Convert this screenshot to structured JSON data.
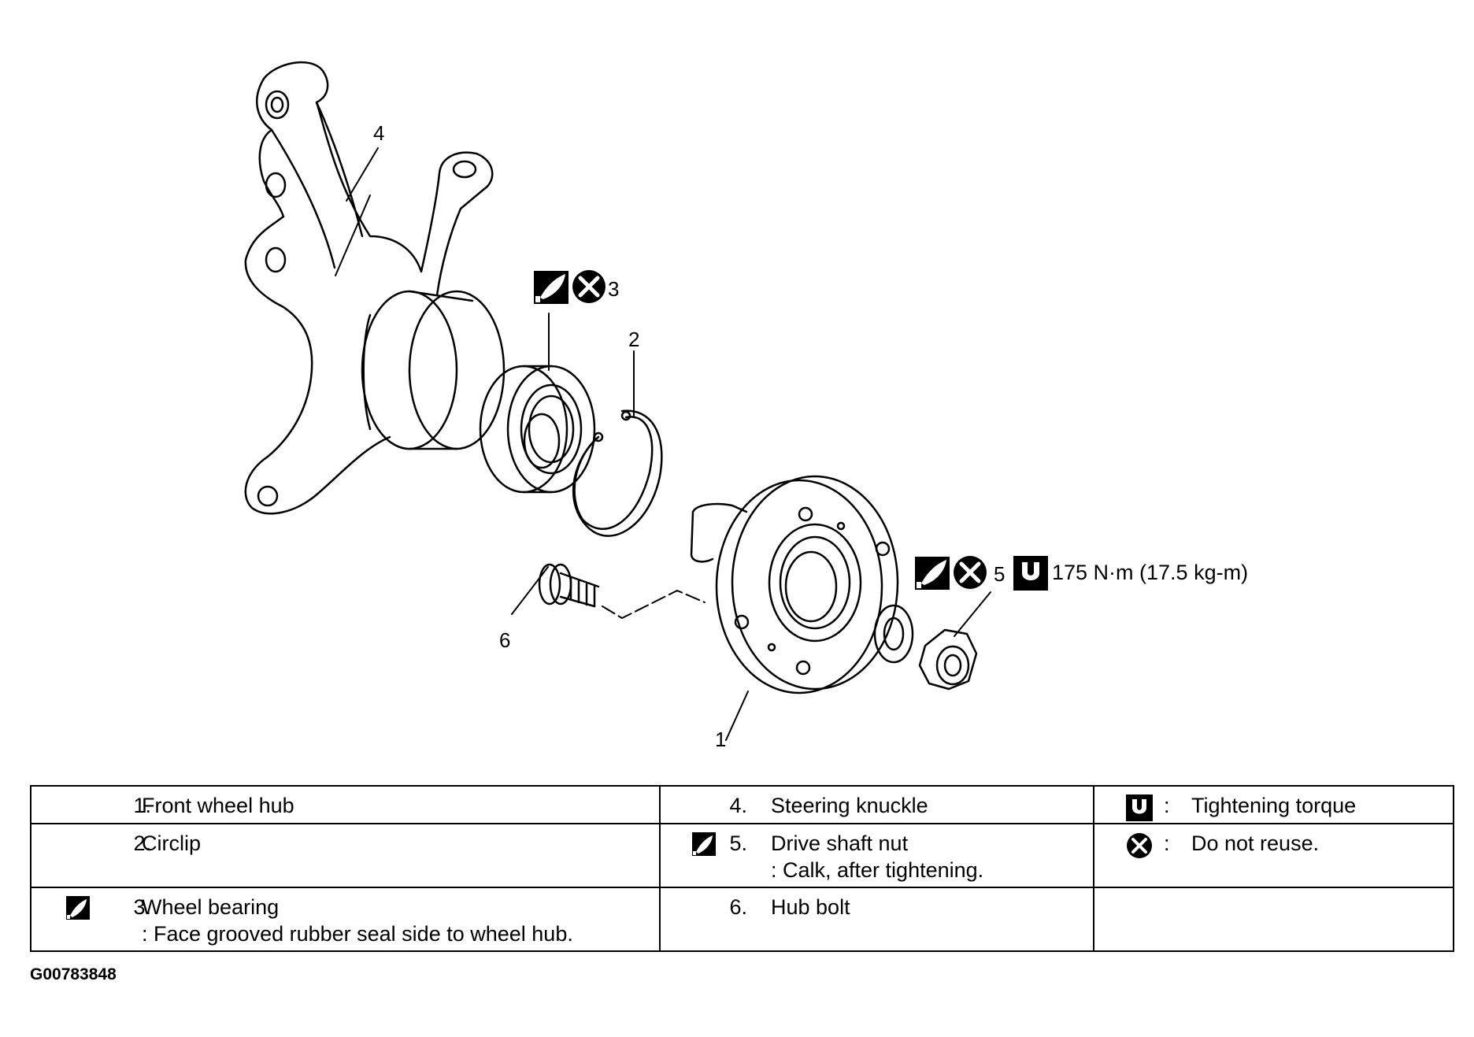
{
  "diagram": {
    "callouts": {
      "c1": "1",
      "c2": "2",
      "c3": "3",
      "c4": "4",
      "c5": "5",
      "c6": "6",
      "torque": "175 N·m (17.5 kg-m)"
    },
    "icons": [
      "apply-grease-icon",
      "do-not-reuse-icon",
      "tightening-torque-icon"
    ]
  },
  "table": {
    "rows": [
      [
        {
          "num": "1.",
          "name": "Front wheel hub",
          "note": ""
        },
        {
          "num": "4.",
          "name": "Steering knuckle",
          "note": ""
        },
        {
          "colon": ":",
          "text": "Tightening torque"
        }
      ],
      [
        {
          "num": "2.",
          "name": "Circlip",
          "note": ""
        },
        {
          "num": "5.",
          "name": "Drive shaft nut",
          "note": ": Calk, after tightening."
        },
        {
          "colon": ":",
          "text": "Do not reuse."
        }
      ],
      [
        {
          "num": "3.",
          "name": "Wheel bearing",
          "note": ": Face grooved rubber seal side to wheel hub."
        },
        {
          "num": "6.",
          "name": "Hub bolt",
          "note": ""
        },
        {
          "colon": "",
          "text": ""
        }
      ]
    ]
  },
  "figure_code": "G00783848"
}
